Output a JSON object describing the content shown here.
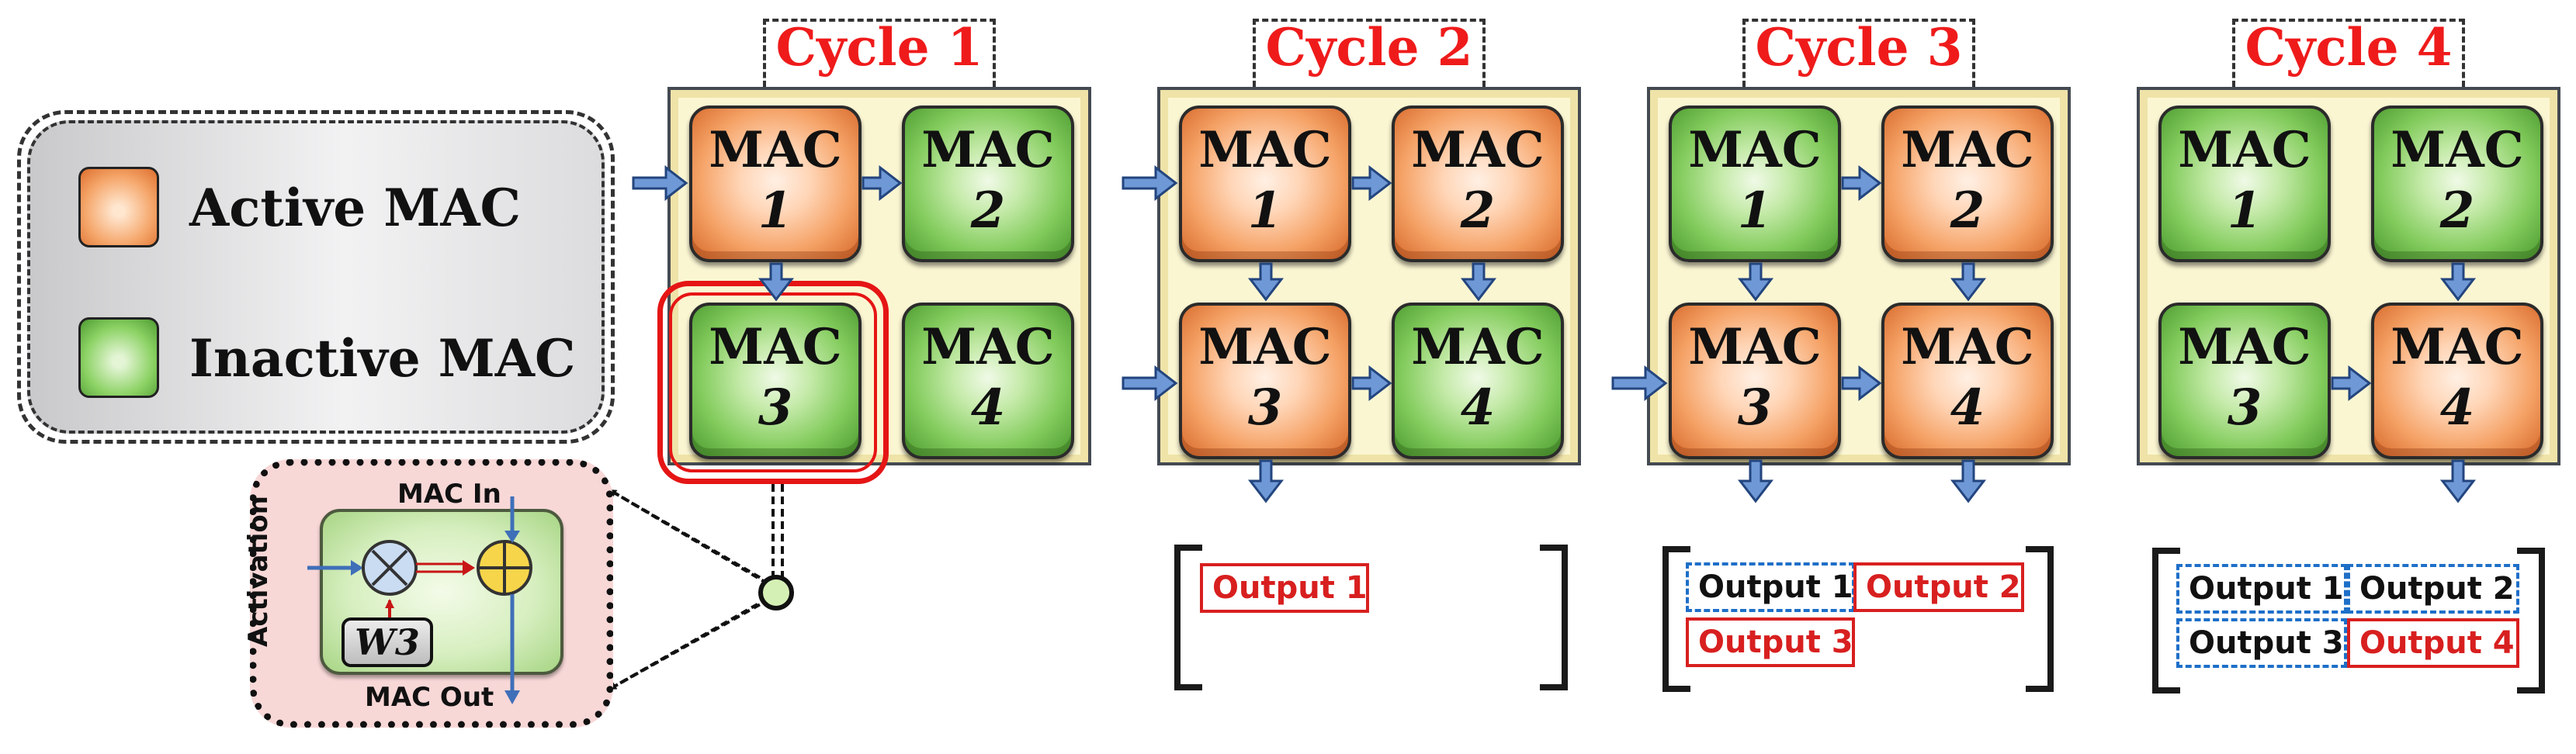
{
  "legend": {
    "active_label": "Active MAC",
    "inactive_label": "Inactive MAC"
  },
  "mac": {
    "word": "MAC",
    "numbers": [
      "1",
      "2",
      "3",
      "4"
    ]
  },
  "cycles": [
    {
      "label": "Cycle 1",
      "active": [
        true,
        false,
        false,
        false
      ]
    },
    {
      "label": "Cycle 2",
      "active": [
        true,
        true,
        true,
        false
      ]
    },
    {
      "label": "Cycle 3",
      "active": [
        false,
        true,
        true,
        true
      ]
    },
    {
      "label": "Cycle 4",
      "active": [
        false,
        false,
        false,
        true
      ]
    }
  ],
  "outputs": {
    "labels": [
      "Output 1",
      "Output 2",
      "Output 3",
      "Output 4"
    ],
    "cycle2": {
      "new": [
        "Output 1"
      ]
    },
    "cycle3": {
      "previous": [
        "Output 1"
      ],
      "new": [
        "Output 2",
        "Output 3"
      ]
    },
    "cycle4": {
      "previous": [
        "Output 1",
        "Output 2",
        "Output 3"
      ],
      "new": [
        "Output 4"
      ]
    }
  },
  "detail": {
    "input_label": "Activation",
    "top_label": "MAC In",
    "bottom_label": "MAC Out",
    "weight_label": "W3"
  },
  "colors": {
    "active": "#f5a266",
    "inactive": "#82cb5c",
    "cycle_text": "#ef1b1b",
    "new_output": "#d81f1f",
    "previous_output": "#1e6fc8",
    "arrow": "#5b86c9",
    "panel": "#fbf6d2"
  }
}
